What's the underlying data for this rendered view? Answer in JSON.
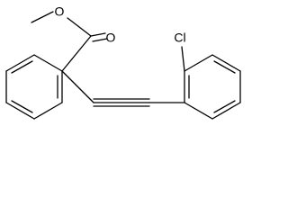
{
  "molecule": {
    "atoms": {
      "o1": "O",
      "o2": "O",
      "cl": "Cl"
    }
  },
  "colors": {
    "background": "#ffffff",
    "ink": "#000000"
  }
}
